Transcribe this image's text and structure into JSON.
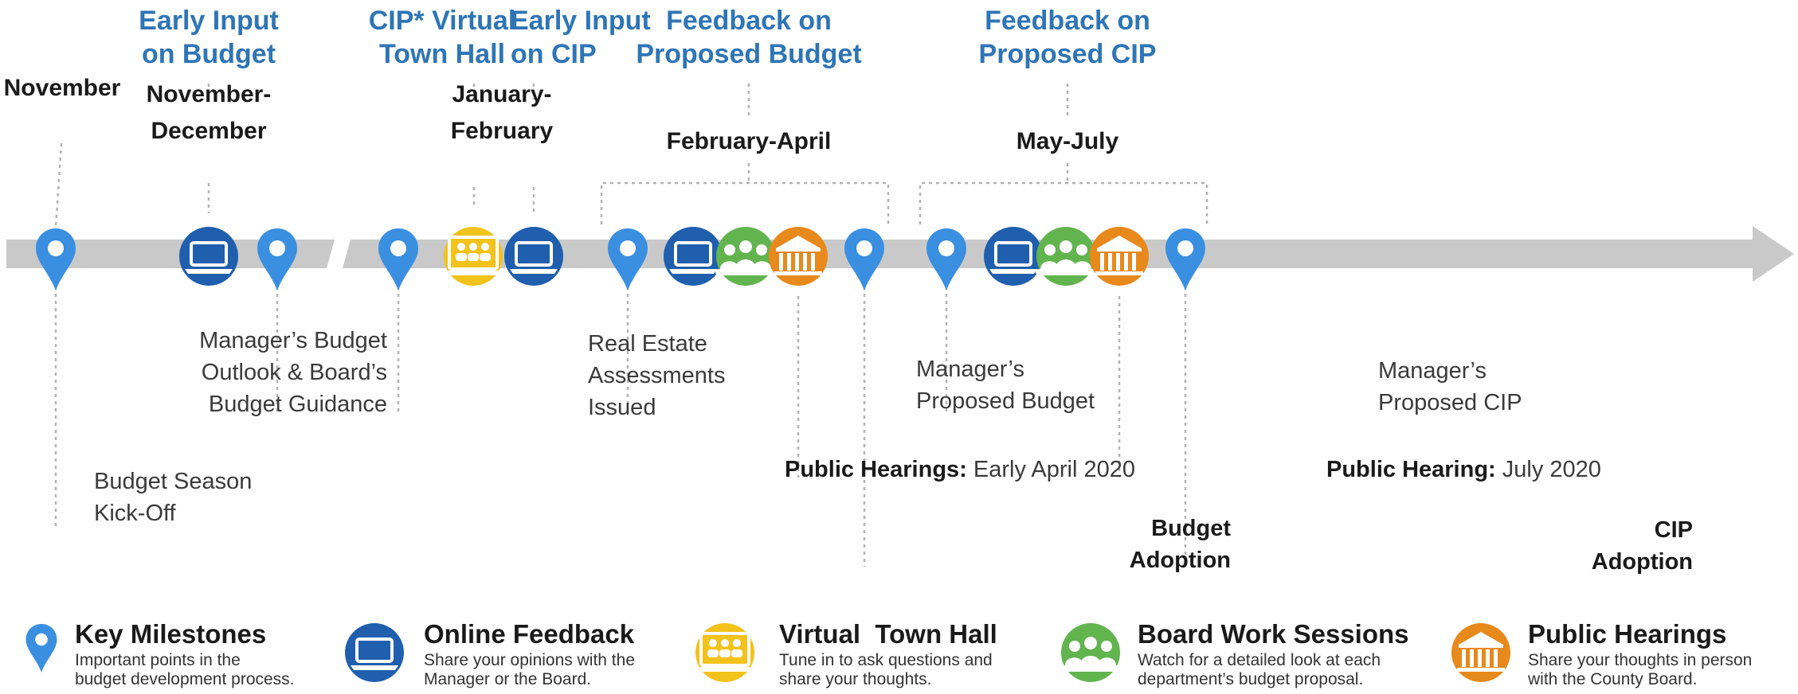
{
  "colors": {
    "milestone": "#3a8fe0",
    "online": "#1f5fae",
    "town_hall": "#f3c21b",
    "board": "#62b44f",
    "hearing": "#e8891c",
    "timeline": "#c9c9c9",
    "title": "#2e75b6"
  },
  "header_titles": {
    "early_input_budget": [
      "Early Input",
      "on Budget"
    ],
    "cip_town_hall": [
      "CIP* Virtual",
      "Town Hall"
    ],
    "early_input_cip": [
      "Early Input",
      "on CIP"
    ],
    "feedback_budget": [
      "Feedback on",
      "Proposed Budget"
    ],
    "feedback_cip": [
      "Feedback on",
      "Proposed CIP"
    ]
  },
  "periods": {
    "november": "November",
    "nov_dec": [
      "November-",
      "December"
    ],
    "jan_feb": [
      "January-",
      "February"
    ],
    "feb_apr": "February-April",
    "may_jul": "May-July"
  },
  "descriptions": {
    "kickoff": [
      "Budget Season",
      "Kick-Off"
    ],
    "outlook": [
      "Manager’s Budget",
      "Outlook & Board’s",
      "Budget Guidance"
    ],
    "assessments": [
      "Real Estate",
      "Assessments",
      "Issued"
    ],
    "proposed_budget": [
      "Manager’s",
      "Proposed Budget"
    ],
    "hearings_budget_label": "Public Hearings:",
    "hearings_budget_value": " Early April 2020",
    "budget_adoption": [
      "Budget",
      "Adoption"
    ],
    "proposed_cip": [
      "Manager’s",
      "Proposed CIP"
    ],
    "hearing_cip_label": "Public Hearing:",
    "hearing_cip_value": " July 2020",
    "cip_adoption": [
      "CIP",
      "Adoption"
    ]
  },
  "legend": [
    {
      "icon": "pin-icon",
      "title": "Key Milestones",
      "desc": [
        "Important points in the",
        "budget development process."
      ]
    },
    {
      "icon": "laptop-icon",
      "title": "Online Feedback",
      "desc": [
        "Share your opinions with the",
        "Manager or the Board."
      ]
    },
    {
      "icon": "video-call-icon",
      "title": "Virtual  Town Hall",
      "desc": [
        "Tune in to ask questions and",
        "share your thoughts."
      ]
    },
    {
      "icon": "people-icon",
      "title": "Board Work Sessions",
      "desc": [
        "Watch for a detailed look at each",
        "department’s budget proposal."
      ]
    },
    {
      "icon": "building-icon",
      "title": "Public Hearings",
      "desc": [
        "Share your thoughts in person",
        "with the County Board."
      ]
    }
  ]
}
